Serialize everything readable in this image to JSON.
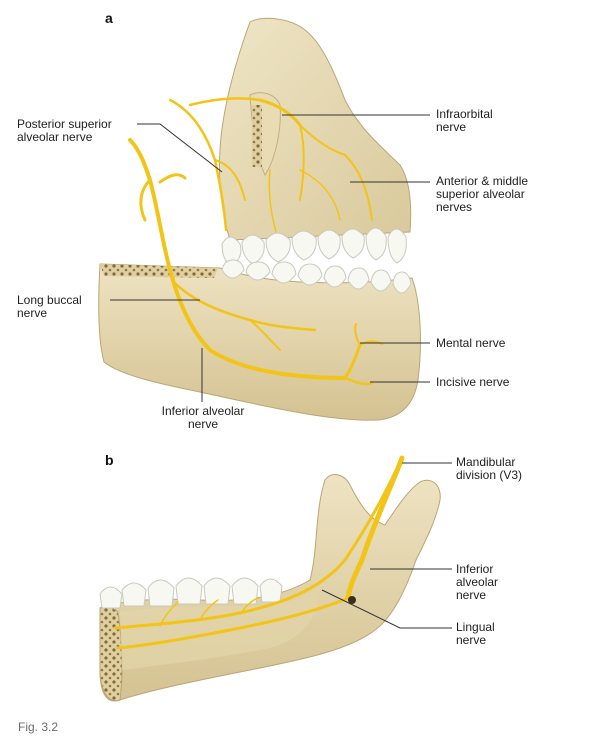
{
  "panels": {
    "a": "a",
    "b": "b"
  },
  "labels_a": {
    "posterior_superior_alveolar": "Posterior superior\nalveolar nerve",
    "infraorbital": "Infraorbital\nnerve",
    "anterior_middle_superior_alveolar": "Anterior & middle\nsuperior alveolar\nnerves",
    "long_buccal": "Long buccal\nnerve",
    "mental": "Mental nerve",
    "incisive": "Incisive nerve",
    "inferior_alveolar": "Inferior alveolar\nnerve"
  },
  "labels_b": {
    "mandibular_division": "Mandibular\ndivision (V3)",
    "inferior_alveolar": "Inferior\nalveolar\nnerve",
    "lingual": "Lingual\nnerve"
  },
  "caption": "Fig. 3.2",
  "colors": {
    "bone": "#e8dcb5",
    "bone_shadow": "#cbb98a",
    "nerve": "#f2c418",
    "tooth": "#f7f7f2",
    "leader": "#333333"
  }
}
